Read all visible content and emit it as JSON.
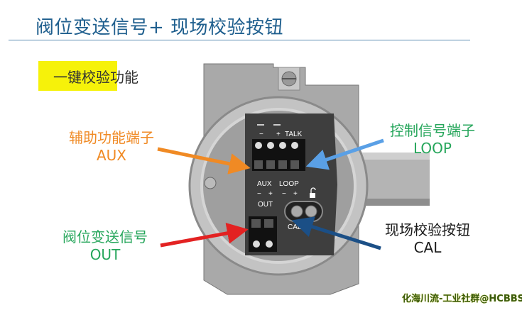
{
  "slide": {
    "title": "阀位变送信号+ 现场校验按钮",
    "bullet": "一键校验功能"
  },
  "callouts": {
    "aux": {
      "cn": "辅助功能端子",
      "en": "AUX",
      "color": "#f08a24"
    },
    "loop": {
      "cn": "控制信号端子",
      "en": "LOOP",
      "color": "#26a65b"
    },
    "out": {
      "cn": "阀位变送信号",
      "en": "OUT",
      "color": "#26a65b"
    },
    "cal": {
      "cn": "现场校验按钮",
      "en": "CAL",
      "color": "#1a1a1a"
    }
  },
  "device_labels": {
    "minus": "−",
    "plus": "+",
    "talk": "TALK",
    "aux": "AUX",
    "loop": "LOOP",
    "out": "OUT",
    "cal": "CAL"
  },
  "watermark": "化海川流-工业社群@HCBBS"
}
